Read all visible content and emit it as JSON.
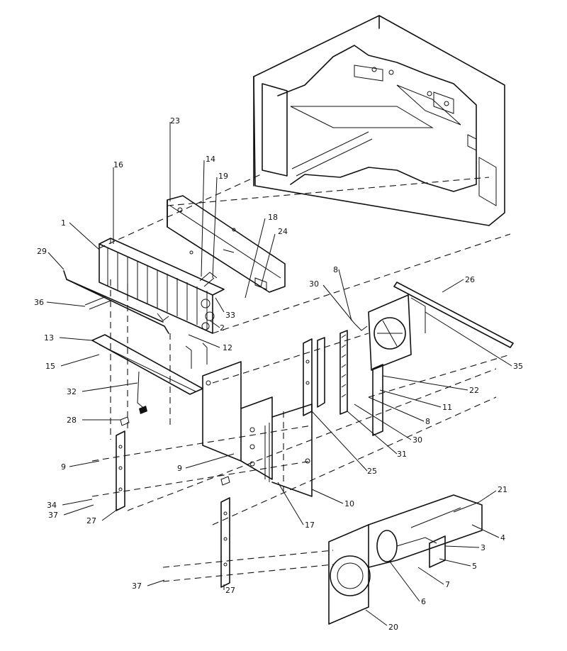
{
  "callouts": [
    {
      "id": "c1",
      "label": "1"
    },
    {
      "id": "c16",
      "label": "16"
    },
    {
      "id": "c23",
      "label": "23"
    },
    {
      "id": "c14",
      "label": "14"
    },
    {
      "id": "c19",
      "label": "19"
    },
    {
      "id": "c18",
      "label": "18"
    },
    {
      "id": "c24",
      "label": "24"
    },
    {
      "id": "c29",
      "label": "29"
    },
    {
      "id": "c36",
      "label": "36"
    },
    {
      "id": "c33",
      "label": "33"
    },
    {
      "id": "c2",
      "label": "2"
    },
    {
      "id": "c12",
      "label": "12"
    },
    {
      "id": "c13",
      "label": "13"
    },
    {
      "id": "c15",
      "label": "15"
    },
    {
      "id": "c32",
      "label": "32"
    },
    {
      "id": "c28",
      "label": "28"
    },
    {
      "id": "c9a",
      "label": "9"
    },
    {
      "id": "c9b",
      "label": "9"
    },
    {
      "id": "c34",
      "label": "34"
    },
    {
      "id": "c37a",
      "label": "37"
    },
    {
      "id": "c27a",
      "label": "27"
    },
    {
      "id": "c8a",
      "label": "8"
    },
    {
      "id": "c30a",
      "label": "30"
    },
    {
      "id": "c26",
      "label": "26"
    },
    {
      "id": "c35",
      "label": "35"
    },
    {
      "id": "c22",
      "label": "22"
    },
    {
      "id": "c11",
      "label": "11"
    },
    {
      "id": "c8b",
      "label": "8"
    },
    {
      "id": "c30b",
      "label": "30"
    },
    {
      "id": "c31",
      "label": "31"
    },
    {
      "id": "c25",
      "label": "25"
    },
    {
      "id": "c10",
      "label": "10"
    },
    {
      "id": "c17",
      "label": "17"
    },
    {
      "id": "c21",
      "label": "21"
    },
    {
      "id": "c4",
      "label": "4"
    },
    {
      "id": "c3",
      "label": "3"
    },
    {
      "id": "c5",
      "label": "5"
    },
    {
      "id": "c7",
      "label": "7"
    },
    {
      "id": "c6",
      "label": "6"
    },
    {
      "id": "c20",
      "label": "20"
    },
    {
      "id": "c37b",
      "label": "37"
    },
    {
      "id": "c27b",
      "label": "27"
    }
  ]
}
